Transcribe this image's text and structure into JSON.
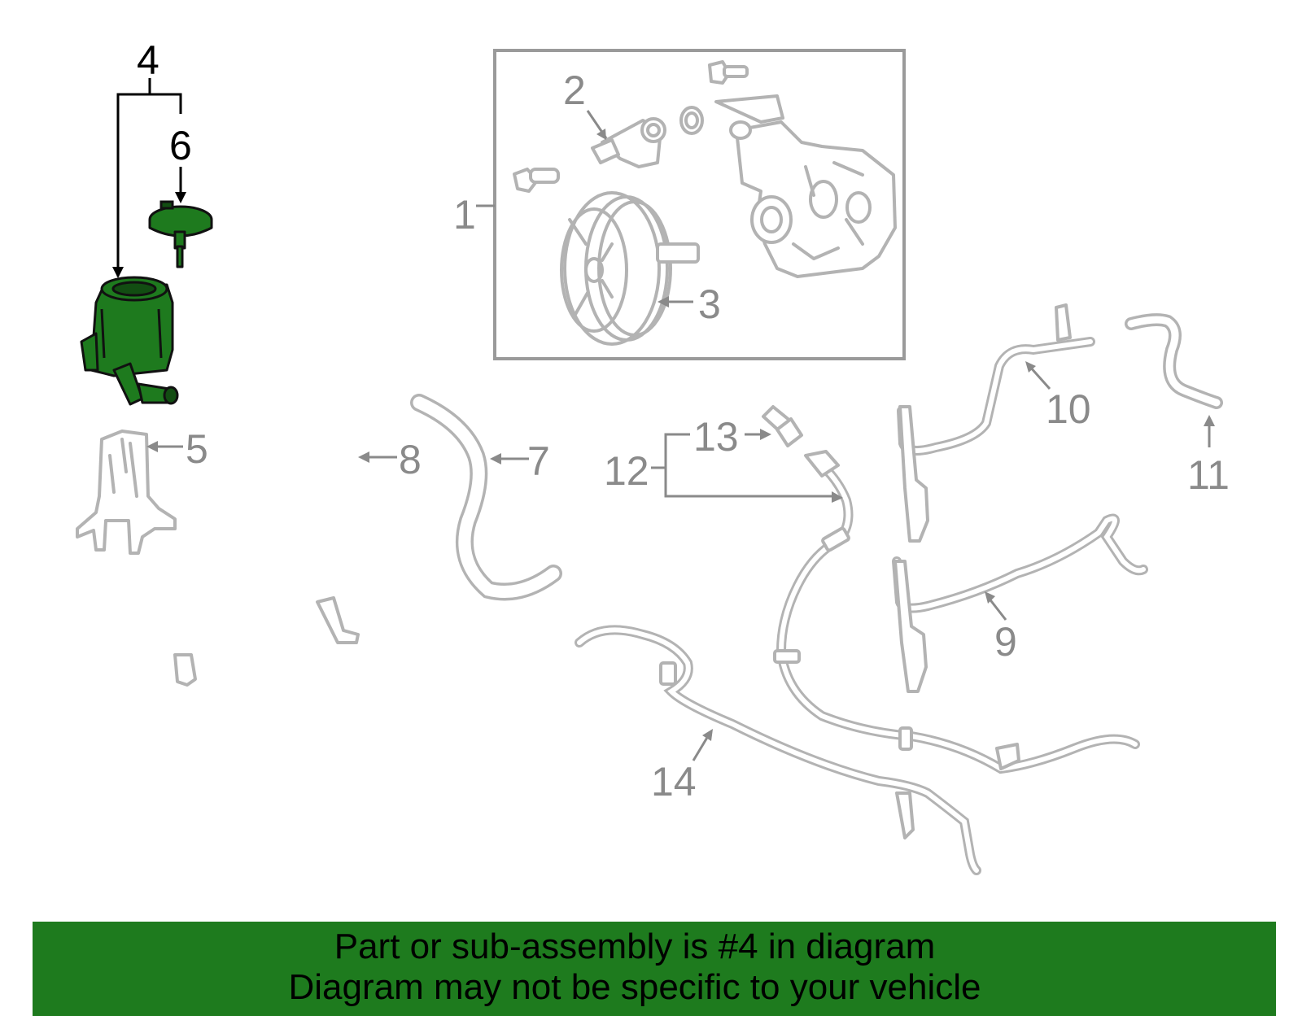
{
  "callouts": {
    "c1": "1",
    "c2": "2",
    "c3": "3",
    "c4": "4",
    "c5": "5",
    "c6": "6",
    "c7": "7",
    "c8": "8",
    "c9": "9",
    "c10": "10",
    "c11": "11",
    "c12": "12",
    "c13": "13",
    "c14": "14"
  },
  "highlighted_part": "4",
  "colors": {
    "highlight": "#1e7a1e",
    "banner": "#1e7b1e",
    "part_stroke": "#b3b3b3",
    "callout_text": "#8a8a8a"
  },
  "banner": {
    "line1": "Part or sub-assembly is #4 in diagram",
    "line2": "Diagram may not be specific to your vehicle"
  }
}
